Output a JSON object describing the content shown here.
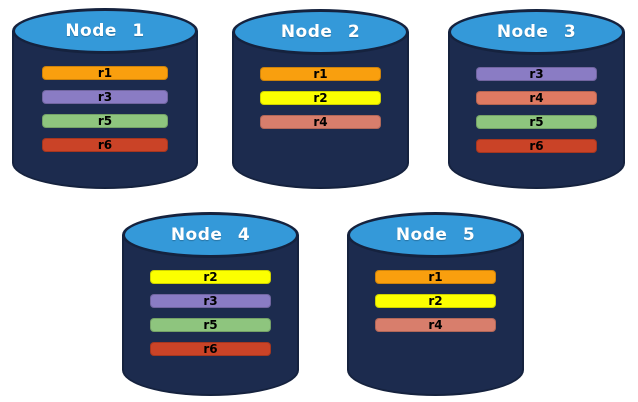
{
  "diagram": {
    "description": "Five database node cylinders holding replica bars",
    "colors": {
      "background": "#FFFFFF",
      "cylinder_body": "#1C2B4E",
      "cylinder_top": "#3499D9",
      "cylinder_outline": "#15223E",
      "title_text": "#FFFFFF",
      "bar_text": "#000000"
    },
    "nodes": [
      {
        "label": "Node 1",
        "replicas": [
          {
            "label": "r1",
            "color": "#F99F0E"
          },
          {
            "label": "r3",
            "color": "#8A7CC4"
          },
          {
            "label": "r5",
            "color": "#8EC57E"
          },
          {
            "label": "r6",
            "color": "#CA4327"
          }
        ]
      },
      {
        "label": "Node 2",
        "replicas": [
          {
            "label": "r1",
            "color": "#F99F0E"
          },
          {
            "label": "r2",
            "color": "#FCFF00"
          },
          {
            "label": "r4",
            "color": "#D87E6C"
          }
        ]
      },
      {
        "label": "Node 3",
        "replicas": [
          {
            "label": "r3",
            "color": "#8A7CC4"
          },
          {
            "label": "r4",
            "color": "#DF7A62"
          },
          {
            "label": "r5",
            "color": "#8EC57E"
          },
          {
            "label": "r6",
            "color": "#CA4327"
          }
        ]
      },
      {
        "label": "Node 4",
        "replicas": [
          {
            "label": "r2",
            "color": "#FCFF00"
          },
          {
            "label": "r3",
            "color": "#8A7CC4"
          },
          {
            "label": "r5",
            "color": "#8EC57E"
          },
          {
            "label": "r6",
            "color": "#CA4327"
          }
        ]
      },
      {
        "label": "Node 5",
        "replicas": [
          {
            "label": "r1",
            "color": "#F99F0E"
          },
          {
            "label": "r2",
            "color": "#FCFF00"
          },
          {
            "label": "r4",
            "color": "#D87E6C"
          }
        ]
      }
    ]
  }
}
